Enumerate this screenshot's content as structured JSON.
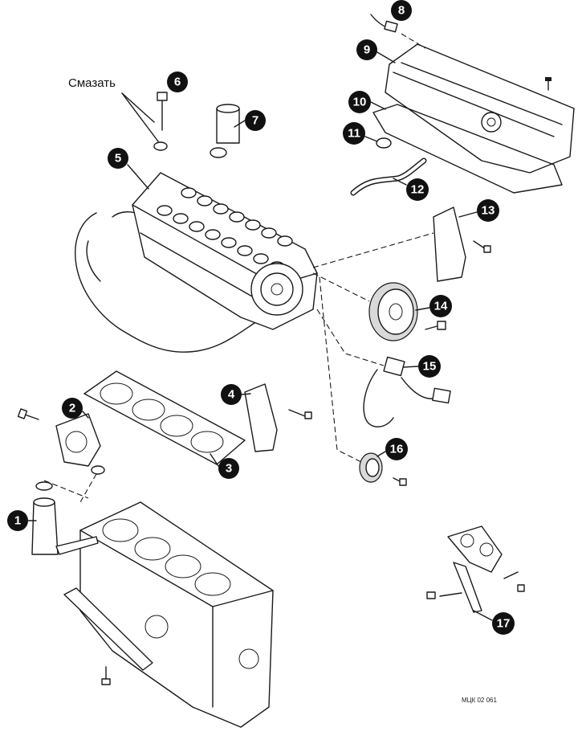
{
  "lubricate_label": "Смазать",
  "figure_code": "МЦК 02 061",
  "callouts": [
    "1",
    "2",
    "3",
    "4",
    "5",
    "6",
    "7",
    "8",
    "9",
    "10",
    "11",
    "12",
    "13",
    "14",
    "15",
    "16",
    "17"
  ]
}
